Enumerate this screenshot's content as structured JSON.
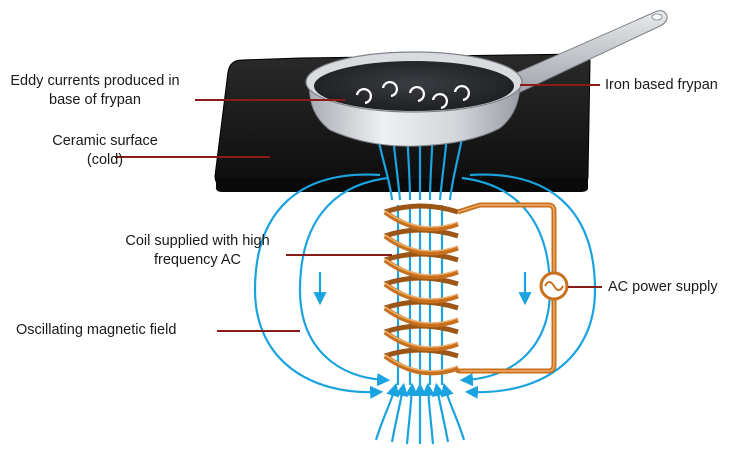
{
  "labels": {
    "eddy_line1": "Eddy currents produced in",
    "eddy_line2": "base of frypan",
    "ceramic_line1": "Ceramic surface",
    "ceramic_line2": "(cold)",
    "frypan": "Iron based frypan",
    "coil_line1": "Coil supplied with high",
    "coil_line2": "frequency AC",
    "power": "AC power supply",
    "field": "Oscillating magnetic field"
  },
  "colors": {
    "field_lines": "#1aa3df",
    "coil": "#c8701e",
    "leader_lines": "#8b1a1a",
    "cooktop": "#151515",
    "pan_outer": "#c9ccd0",
    "pan_inner": "#2a2c30"
  }
}
